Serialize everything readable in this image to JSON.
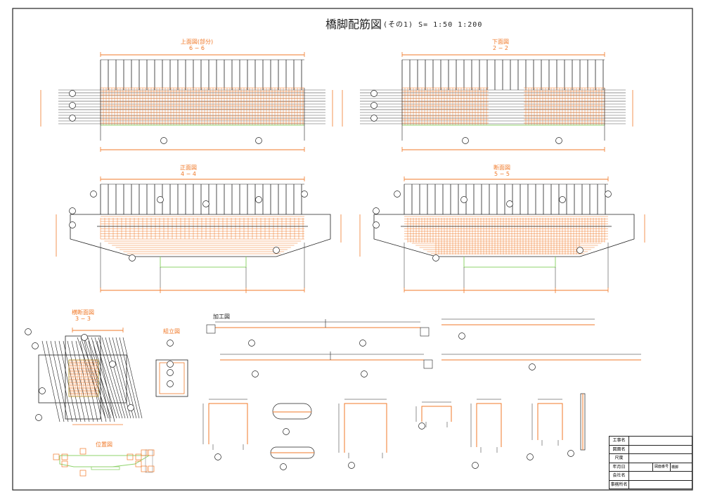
{
  "title": "橋脚配筋図",
  "subtitle": "(その1)  S=  1:50  1:200",
  "views": {
    "top_partial": {
      "name": "上面図(部分)",
      "section": "6 − 6"
    },
    "bottom": {
      "name": "下面図",
      "section": "2 − 2"
    },
    "front": {
      "name": "正面図",
      "section": "4 − 4"
    },
    "cross": {
      "name": "断面図",
      "section": "5 − 5"
    },
    "side": {
      "name": "横断面図",
      "section": "3 − 3"
    },
    "assembly": {
      "name": "組立図"
    },
    "location": {
      "name": "位置図"
    },
    "fabrication": {
      "name": "加工図"
    }
  },
  "title_block": {
    "project": "工事名",
    "drawing_name": "図面名",
    "scale": "尺度",
    "date": "年月日",
    "drawing_no": "図面番号",
    "drawing_no_value": "橋脚",
    "company": "会社名",
    "office": "事務所名"
  },
  "colors": {
    "rebar": "#f07a2a",
    "concrete": "#222222",
    "outline": "#8fd36b"
  }
}
